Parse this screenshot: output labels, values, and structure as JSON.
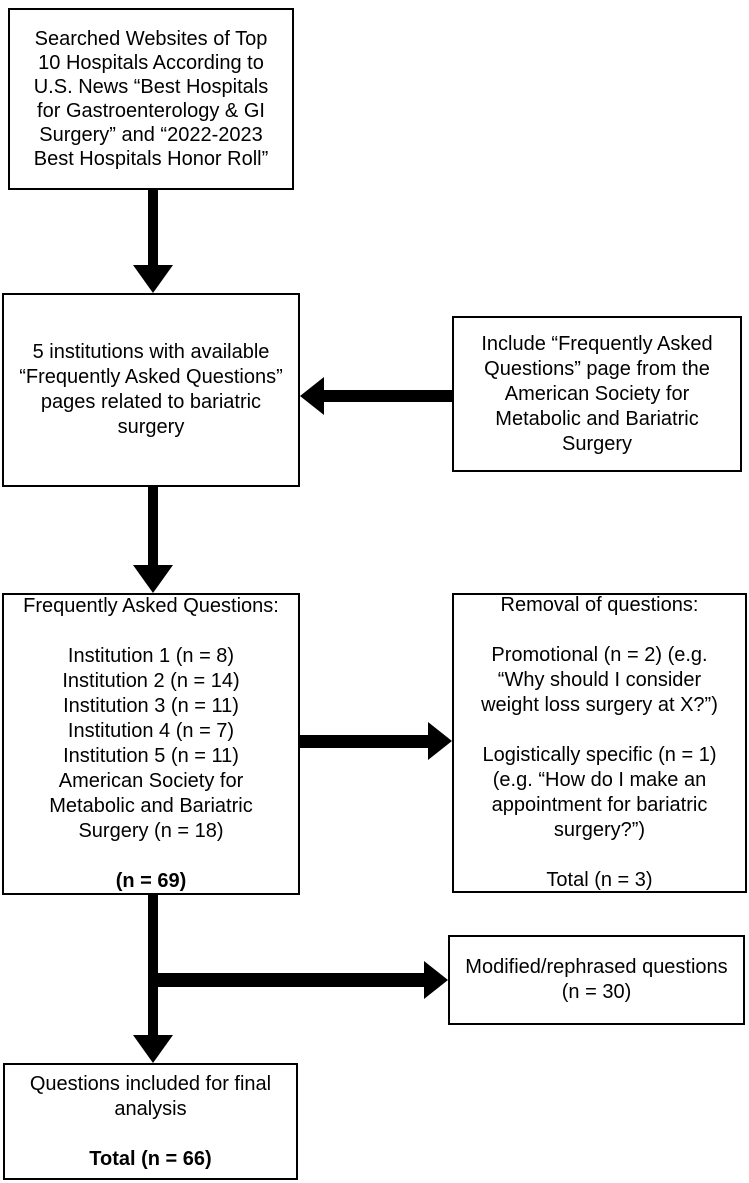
{
  "diagram": {
    "background": "#ffffff",
    "line_color": "#000000",
    "boxes": {
      "searched": {
        "text": "Searched Websites of Top\n10 Hospitals According to\nU.S. News “Best Hospitals\nfor Gastroenterology & GI\nSurgery” and “2022-2023\nBest Hospitals Honor Roll”"
      },
      "institutions": {
        "text": "5 institutions with available\n“Frequently Asked Questions”\npages related to bariatric\nsurgery"
      },
      "include_asmbs": {
        "text": "Include “Frequently Asked\nQuestions” page from the\nAmerican Society for\nMetabolic and Bariatric\nSurgery"
      },
      "faq_counts": {
        "text": "Frequently Asked Questions:\n\nInstitution 1 (n = 8)\nInstitution 2 (n = 14)\nInstitution 3 (n = 11)\nInstitution 4 (n = 7)\nInstitution 5 (n = 11)\nAmerican Society for\nMetabolic and Bariatric\nSurgery (n = 18)",
        "total": "(n = 69)"
      },
      "removal": {
        "text": "Removal of questions:\n\nPromotional (n = 2) (e.g.\n“Why should I consider\nweight loss surgery at X?”)\n\nLogistically specific (n = 1)\n(e.g. “How do I make an\nappointment for bariatric\nsurgery?”)\n\nTotal (n = 3)"
      },
      "modified": {
        "text": "Modified/rephrased questions\n(n = 30)"
      },
      "final": {
        "text": "Questions included for final\nanalysis",
        "total": "Total (n = 66)"
      }
    }
  }
}
